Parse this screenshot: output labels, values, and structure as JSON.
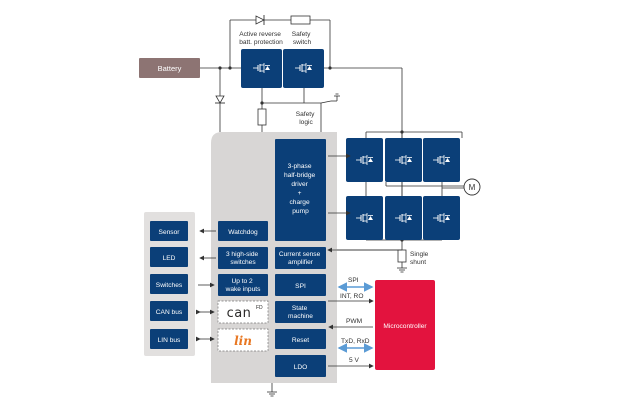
{
  "colors": {
    "block": "#0b3f78",
    "ic_background": "#d8d6d5",
    "peripheral_background": "#e2e0df",
    "battery": "#8d7473",
    "microcontroller": "#e3133e",
    "bus_arrow": "#5b9bd5",
    "wire": "#333333"
  },
  "labels": {
    "battery": "Battery",
    "active_reverse": [
      "Active reverse",
      "batt. protection"
    ],
    "safety_switch": [
      "Safety",
      "switch"
    ],
    "safety_logic": [
      "Safety",
      "logic"
    ],
    "motor": "M",
    "single_shunt": [
      "Single",
      "shunt"
    ],
    "spi_bus": "SPI",
    "int_ro": "INT, RO",
    "pwm": "PWM",
    "txd_rxd": "TxD, RxD",
    "five_v": "5 V",
    "microcontroller": "Microcontroller"
  },
  "left_panel": [
    "Sensor",
    "LED",
    "Switches",
    "CAN bus",
    "LIN bus"
  ],
  "ic_left_blocks": {
    "watchdog": "Watchdog",
    "high_side": [
      "3 high-side",
      "switches"
    ],
    "wake_inputs": [
      "Up to 2",
      "wake inputs"
    ]
  },
  "logos": {
    "can_text": "can",
    "can_sup": "FD",
    "lin_text": "lin"
  },
  "ic_right_blocks": {
    "driver": [
      "3-phase",
      "half-bridge",
      "driver",
      "+",
      "charge",
      "pump"
    ],
    "current_sense": [
      "Current sense",
      "amplifier"
    ],
    "spi": "SPI",
    "state_machine": [
      "State",
      "machine"
    ],
    "reset": "Reset",
    "ldo": "LDO"
  },
  "icons": [
    "diode-icon",
    "resistor-icon",
    "mosfet-icon",
    "ground-icon",
    "motor-icon",
    "bidirectional-arrow-icon"
  ]
}
